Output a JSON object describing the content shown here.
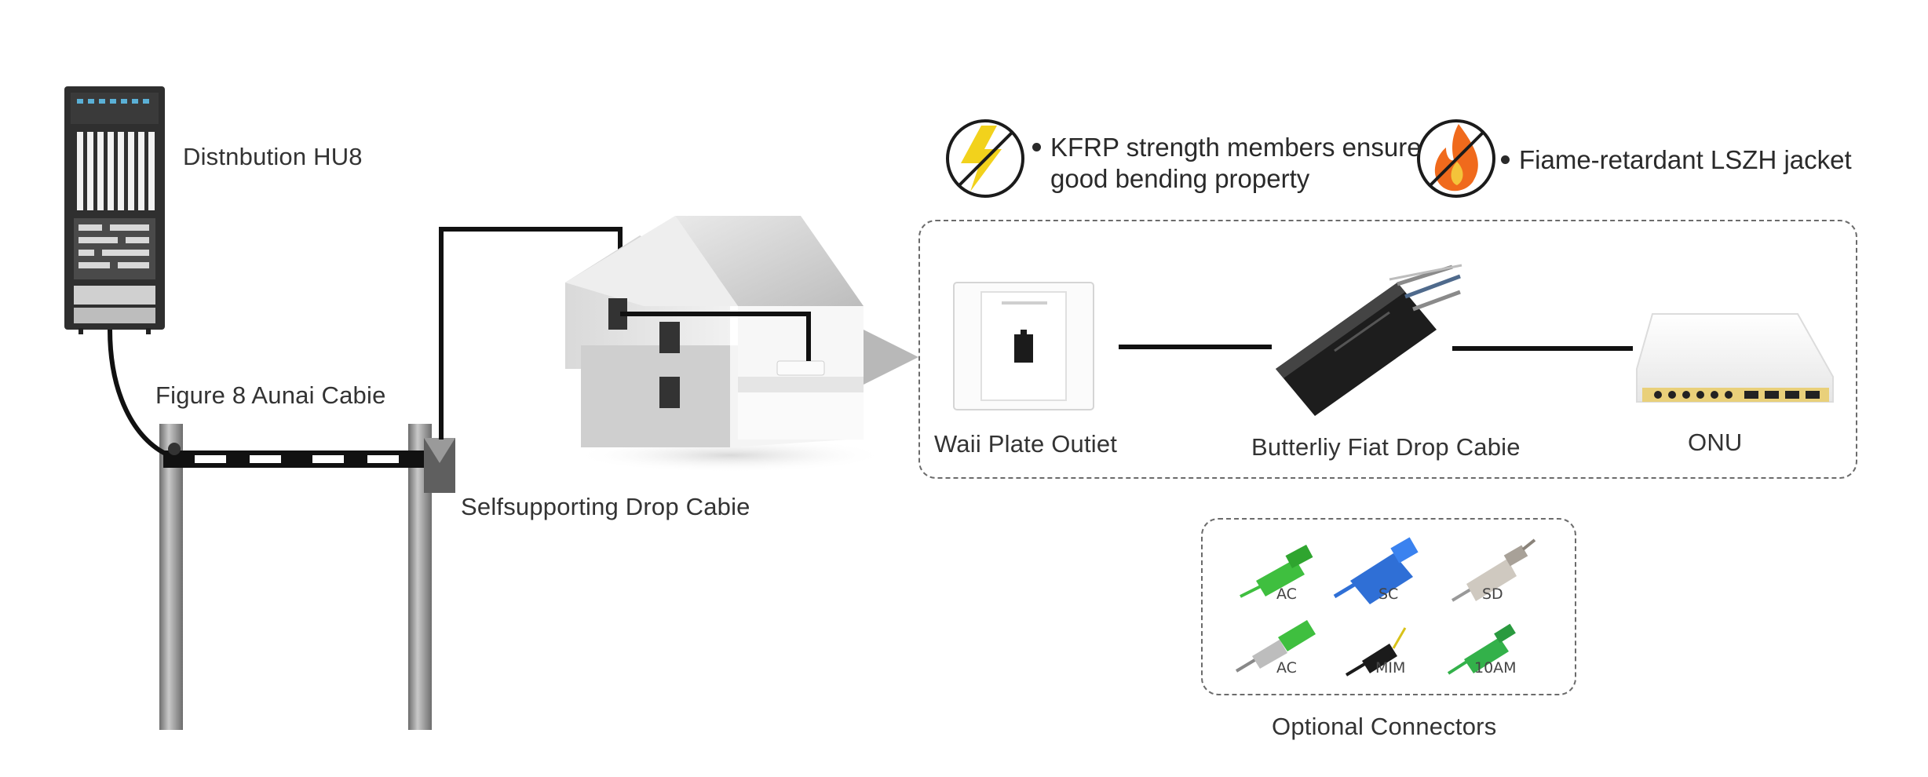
{
  "diagram": {
    "labels": {
      "hub": "Distnbution HU8",
      "figure8": "Figure 8 Aunai Cabie",
      "self_supporting": "Selfsupporting Drop Cabie",
      "wall_plate": "Waii Plate Outiet",
      "butterfly": "Butterliy Fiat Drop Cabie",
      "onu": "ONU",
      "optional_connectors": "Optional Connectors"
    },
    "features": [
      {
        "icon": "lightning-icon",
        "line1": "KFRP strength members ensure",
        "line2": "good bending property"
      },
      {
        "icon": "flame-icon",
        "line1": "Fiame-retardant LSZH jacket",
        "line2": ""
      }
    ],
    "connectors": [
      {
        "label": "AC",
        "color": "#3fbf3f",
        "icon": "lc-connector-icon"
      },
      {
        "label": "SC",
        "color": "#2f6fd6",
        "icon": "sc-connector-icon"
      },
      {
        "label": "SD",
        "color": "#b8b2a8",
        "icon": "st-connector-icon"
      },
      {
        "label": "AC",
        "color": "#3fbf3f",
        "icon": "fc-connector-icon"
      },
      {
        "label": "MIM",
        "color": "#1b1b1b",
        "icon": "mtrj-connector-icon"
      },
      {
        "label": "10AM",
        "color": "#33b14a",
        "icon": "lc-green-connector-icon"
      }
    ],
    "colors": {
      "cable": "#111111",
      "pole": "#8a8a8a",
      "hub_body": "#2c2c2c",
      "lightning": "#f2d21c",
      "flame": "#f06a1c"
    }
  }
}
